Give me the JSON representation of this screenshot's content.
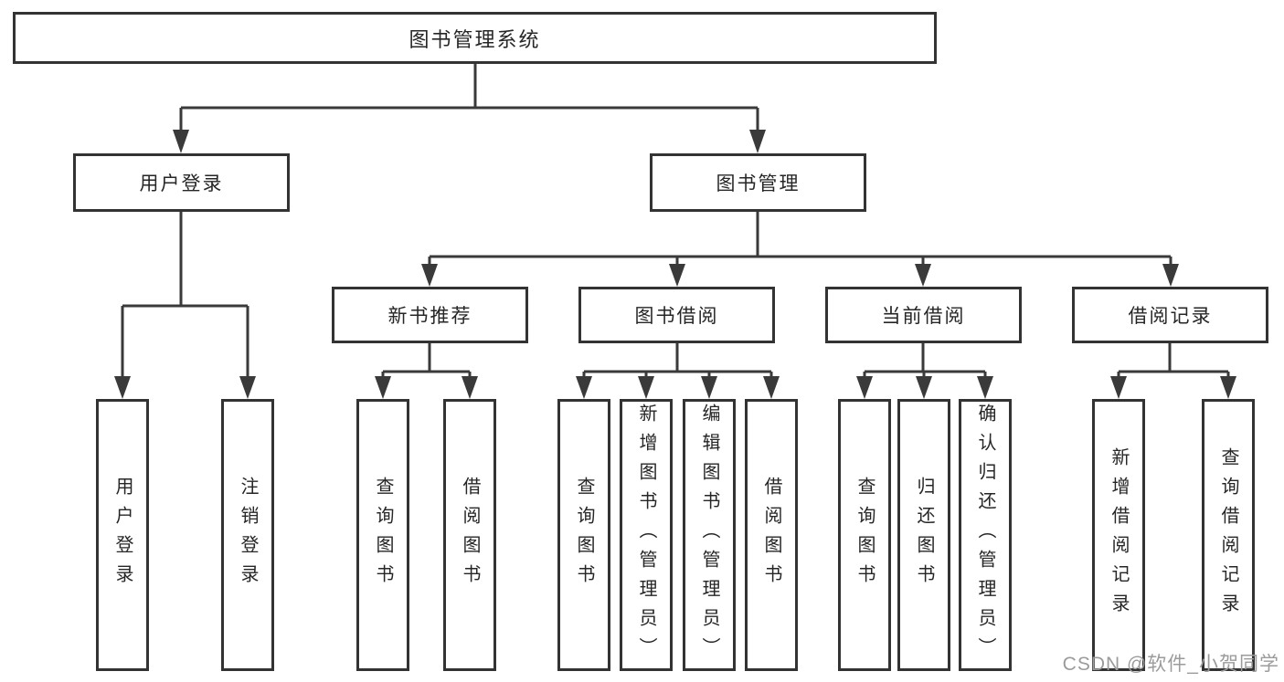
{
  "tree": {
    "root": {
      "label": "图书管理系统"
    },
    "level2": [
      {
        "label": "用户登录"
      },
      {
        "label": "图书管理"
      }
    ],
    "level3": [
      {
        "label": "新书推荐"
      },
      {
        "label": "图书借阅"
      },
      {
        "label": "当前借阅"
      },
      {
        "label": "借阅记录"
      }
    ],
    "leaves": {
      "user_login": [
        {
          "label": "用户登录"
        },
        {
          "label": "注销登录"
        }
      ],
      "new_book_recommend": [
        {
          "label": "查询图书"
        },
        {
          "label": "借阅图书"
        }
      ],
      "book_borrow": [
        {
          "label": "查询图书"
        },
        {
          "label": "新增图书（管理员）"
        },
        {
          "label": "编辑图书（管理员）"
        },
        {
          "label": "借阅图书"
        }
      ],
      "current_borrow": [
        {
          "label": "查询图书"
        },
        {
          "label": "归还图书"
        },
        {
          "label": "确认归还（管理员）"
        }
      ],
      "borrow_records": [
        {
          "label": "新增借阅记录"
        },
        {
          "label": "查询借阅记录"
        }
      ]
    }
  },
  "watermark": {
    "text": "CSDN @软件_小贺同学"
  },
  "colors": {
    "line": "#3a3a3a",
    "box_border": "#333333",
    "text": "#262626",
    "watermark": "#9b9b9b",
    "background": "#ffffff"
  }
}
